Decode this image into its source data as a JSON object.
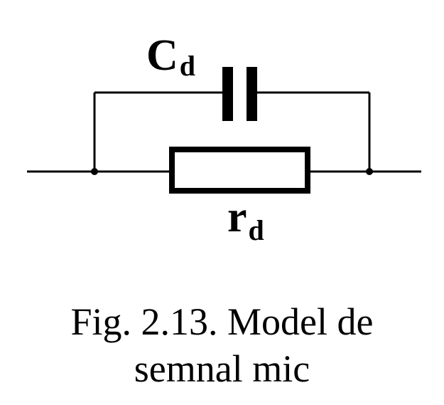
{
  "components": {
    "capacitor": {
      "symbol": "C",
      "subscript": "d"
    },
    "resistor": {
      "symbol": "r",
      "subscript": "d"
    }
  },
  "caption": {
    "line1": "Fig. 2.13. Model de",
    "line2": "semnal mic"
  },
  "colors": {
    "ink": "#000000",
    "background": "#ffffff"
  }
}
